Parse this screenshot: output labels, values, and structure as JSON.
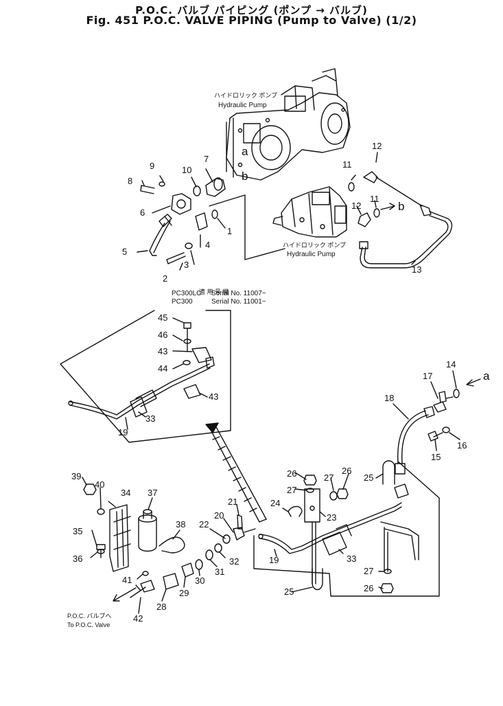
{
  "title": {
    "japanese": "P.O.C. バルブ パイピング (ポンプ → バルブ)",
    "english": "Fig. 451 P.O.C. VALVE PIPING (Pump to Valve) (1/2)"
  },
  "labels": {
    "pump_upper_jp": "ハイドロリック ポンプ",
    "pump_upper_en": "Hydraulic Pump",
    "pump_lower_jp": "ハイドロリック ポンプ",
    "pump_lower_en": "Hydraulic Pump",
    "serial_heading": "適 用 号 機",
    "serial_model_1": "PC300LC",
    "serial_no_1": "Serial No. 11007~",
    "serial_model_2": "PC300",
    "serial_no_2": "Serial No. 11001~",
    "to_valve_jp": "P.O.C. バルブへ",
    "to_valve_en": "To P.O.C. Valve",
    "ref_a_upper": "a",
    "ref_b_upper": "b",
    "ref_b_right": "b",
    "ref_a_right": "a"
  },
  "callouts": {
    "c1": "1",
    "c2": "2",
    "c3": "3",
    "c4": "4",
    "c5": "5",
    "c6": "6",
    "c7": "7",
    "c8": "8",
    "c9": "9",
    "c10": "10",
    "c11a": "11",
    "c11b": "11",
    "c12a": "12",
    "c12b": "12",
    "c13": "13",
    "c14": "14",
    "c15": "15",
    "c16": "16",
    "c17": "17",
    "c18": "18",
    "c19a": "19",
    "c19b": "19",
    "c20": "20",
    "c21": "21",
    "c22": "22",
    "c23": "23",
    "c24": "24",
    "c25a": "25",
    "c25b": "25",
    "c26a": "26",
    "c26b": "26",
    "c26c": "26",
    "c27a": "27",
    "c27b": "27",
    "c27c": "27",
    "c28": "28",
    "c29": "29",
    "c30": "30",
    "c31": "31",
    "c32": "32",
    "c33a": "33",
    "c33b": "33",
    "c34": "34",
    "c35": "35",
    "c36": "36",
    "c37": "37",
    "c38": "38",
    "c39": "39",
    "c40": "40",
    "c41": "41",
    "c42": "42",
    "c43a": "43",
    "c43b": "43",
    "c44": "44",
    "c45": "45",
    "c46": "46"
  }
}
